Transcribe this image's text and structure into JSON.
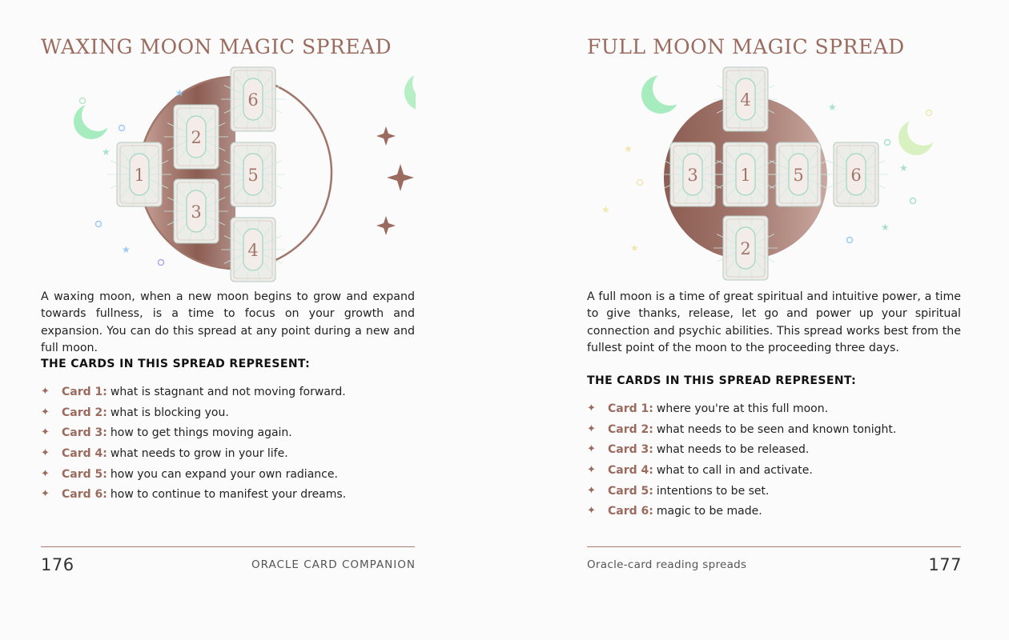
{
  "colors": {
    "accent": "#9a6b5e",
    "rosegold": "#a87e73",
    "mint": "#a8ecc0",
    "lightmint": "#d9f1c8"
  },
  "left_page": {
    "title": "WAXING MOON MAGIC SPREAD",
    "body": "A waxing moon, when a new moon begins to grow and expand towards fullness, is a time to focus on your growth and expansion. You can do this spread at any point during a new and full moon.",
    "heading": "THE CARDS IN THIS SPREAD REPRESENT:",
    "cards": [
      {
        "label": "Card 1:",
        "text": "what is stagnant and not moving forward."
      },
      {
        "label": "Card 2:",
        "text": "what is blocking you."
      },
      {
        "label": "Card 3:",
        "text": "how to get things moving again."
      },
      {
        "label": "Card 4:",
        "text": "what needs to grow in your life."
      },
      {
        "label": "Card 5:",
        "text": "how you can expand your own radiance."
      },
      {
        "label": "Card 6:",
        "text": "how to continue to manifest your dreams."
      }
    ],
    "card_numbers": [
      "1",
      "2",
      "3",
      "4",
      "5",
      "6"
    ],
    "page_number": "176",
    "running_head": "ORACLE CARD COMPANION"
  },
  "right_page": {
    "title": "FULL MOON MAGIC SPREAD",
    "body": "A full moon is a time of great spiritual and intuitive power, a time to give thanks, release, let go and power up your spiritual connection and psychic abilities. This spread works best from the fullest point of the moon to the proceeding three days.",
    "heading": "THE CARDS IN THIS SPREAD REPRESENT:",
    "cards": [
      {
        "label": "Card 1:",
        "text": "where you're at this full moon."
      },
      {
        "label": "Card 2:",
        "text": "what needs to be seen and known tonight."
      },
      {
        "label": "Card 3:",
        "text": "what needs to be released."
      },
      {
        "label": "Card 4:",
        "text": "what to call in and activate."
      },
      {
        "label": "Card 5:",
        "text": "intentions to be set."
      },
      {
        "label": "Card 6:",
        "text": "magic to be made."
      }
    ],
    "card_numbers": [
      "1",
      "2",
      "3",
      "4",
      "5",
      "6"
    ],
    "page_number": "177",
    "running_head": "Oracle-card reading spreads"
  }
}
